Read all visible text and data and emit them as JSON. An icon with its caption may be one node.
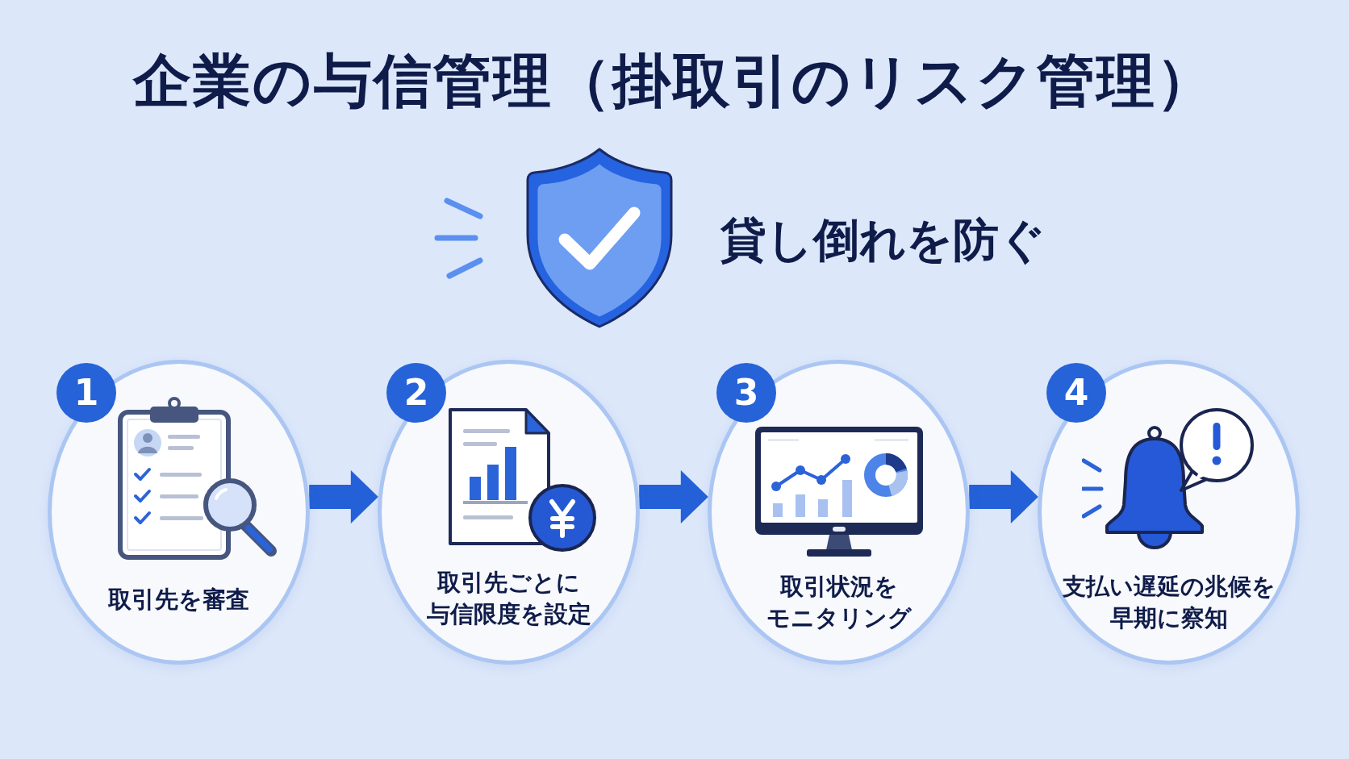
{
  "diagram": {
    "title": "企業の与信管理（掛取引のリスク管理）",
    "nodes": [
      {
        "text": [
          "1",
          "取引先を審査"
        ]
      },
      {
        "text": [
          "2",
          "取引先ごとに与信限度を設定"
        ]
      },
      {
        "text": [
          "3",
          "取引状況をモニタリング"
        ]
      },
      {
        "text": [
          "4",
          "支払い遅延の兆候を早期に察知"
        ]
      }
    ],
    "edges": [
      {
        "from": 0,
        "to": 1,
        "arrow": "to"
      },
      {
        "from": 1,
        "to": 2,
        "arrow": "to"
      },
      {
        "from": 2,
        "to": 3,
        "arrow": "to"
      }
    ],
    "labels": [
      "貸し倒れを防ぐ"
    ]
  }
}
